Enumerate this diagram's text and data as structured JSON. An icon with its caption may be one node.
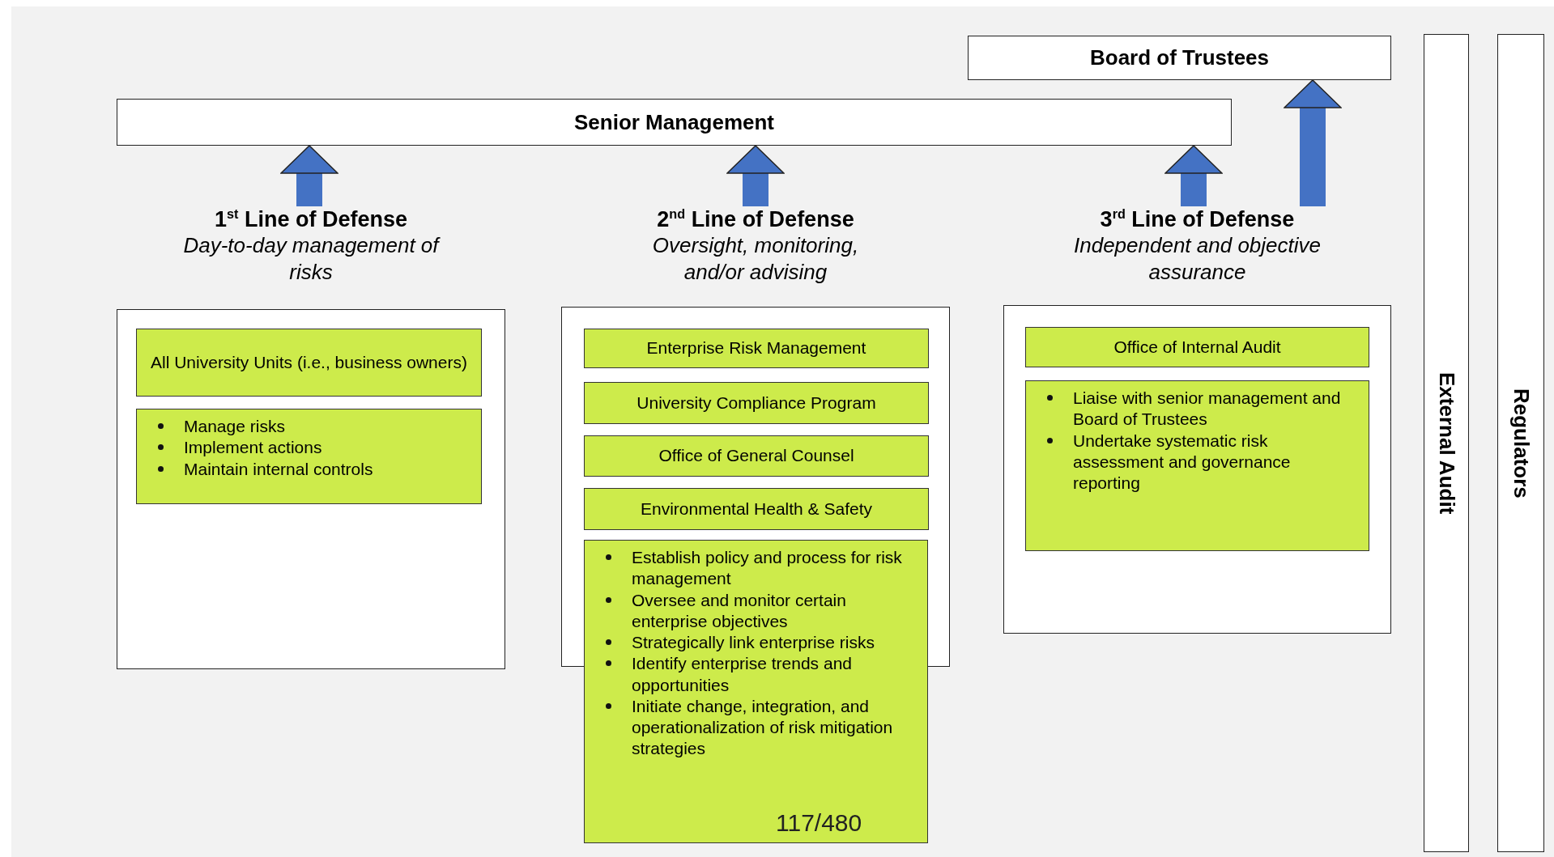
{
  "diagram": {
    "nodes": [
      {
        "text": [
          "Board of Trustees"
        ]
      },
      {
        "text": [
          "Senior Management"
        ]
      },
      {
        "text": [
          "1$^{st}$ Line of Defense",
          "Day-to-day management of risks"
        ]
      },
      {
        "text": [
          "All University Units (i.e., business owners)"
        ],
        "in": 2
      },
      {
        "text": [
          "Manage risks",
          "Implement actions",
          "Maintain internal controls"
        ],
        "in": 2
      },
      {
        "text": [
          "2$^{nd}$ Line of Defense",
          "Oversight, monitoring, and/or advising"
        ]
      },
      {
        "text": [
          "Enterprise Risk Management"
        ],
        "in": 5
      },
      {
        "text": [
          "University Compliance Program"
        ],
        "in": 5
      },
      {
        "text": [
          "Office of General Counsel"
        ],
        "in": 5
      },
      {
        "text": [
          "Environmental Health & Safety"
        ],
        "in": 5
      },
      {
        "text": [
          "Establish policy and process for risk management",
          "Oversee and monitor certain enterprise objectives",
          "Strategically link enterprise risks",
          "Identify enterprise trends and opportunities",
          "Initiate change, integration, and operationalization of risk mitigation strategies"
        ]
      },
      {
        "text": [
          "3$^{rd}$ Line of Defense",
          "Independent and objective assurance"
        ]
      },
      {
        "text": [
          "Office of Internal Audit"
        ],
        "in": 11
      },
      {
        "text": [
          "Liaise with senior management and Board of Trustees",
          "Undertake systematic risk assessment and governance reporting"
        ],
        "in": 11
      },
      {
        "text": [
          "External Audit"
        ]
      },
      {
        "text": [
          "Regulators"
        ]
      }
    ],
    "edges": [
      {
        "from": 2,
        "to": 1,
        "arrow": "to"
      },
      {
        "from": 5,
        "to": 1,
        "arrow": "to"
      },
      {
        "from": 11,
        "to": 1,
        "arrow": "to"
      },
      {
        "from": 11,
        "to": 0,
        "arrow": "to"
      }
    ],
    "labels": [
      "117/480"
    ]
  }
}
